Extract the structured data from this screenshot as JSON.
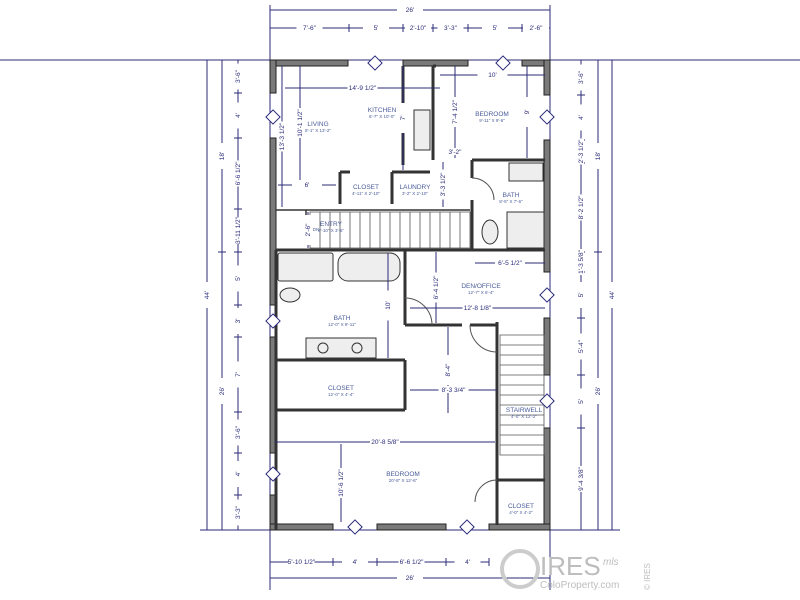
{
  "top_dims": {
    "overall": "26'",
    "segments": [
      "7'-6\"",
      "5'",
      "2'-10\"",
      "3'-3\"",
      "5'",
      "2'-6\""
    ]
  },
  "bottom_dims": {
    "overall": "26'",
    "segments": [
      "5'-10 1/2\"",
      "4'",
      "6'-6 1/2\"",
      "4'"
    ]
  },
  "left_dims": {
    "overall": "44'",
    "sub": [
      "18'",
      "26'"
    ],
    "segments": [
      "3'-6\"",
      "4'",
      "6'-6 1/2\"",
      "3'-11 1/2\"",
      "5'",
      "3'",
      "7'",
      "3'-6\"",
      "4'",
      "3'-3\""
    ]
  },
  "right_dims": {
    "overall": "44'",
    "sub": [
      "18'",
      "26'"
    ],
    "segments": [
      "3'-6\"",
      "4'",
      "2'-3 1/2\"",
      "8'-2 1/2\"",
      "1'-3 5/8\"",
      "5'",
      "5'-4\"",
      "5'",
      "9'-4 3/8\""
    ]
  },
  "rooms": [
    {
      "name": "LIVING",
      "size": "8'-1\" X 13'-2\""
    },
    {
      "name": "KITCHEN",
      "size": "6'-7\" X 10'-0\""
    },
    {
      "name": "BEDROOM",
      "size": "9'-11\" X 9'-6\""
    },
    {
      "name": "CLOSET",
      "size": "4'-11\" X 2'-10\""
    },
    {
      "name": "LAUNDRY",
      "size": "3'-2\" X 2'-10\""
    },
    {
      "name": "BATH",
      "size": "8'-5\" X 7'-6\""
    },
    {
      "name": "ENTRY",
      "size": "6'-10\" X 3'-5\""
    },
    {
      "name": "BATH",
      "size": "12'-0\" X 9'-11\""
    },
    {
      "name": "DEN/OFFICE",
      "size": "12'-7\" X 6'-4\""
    },
    {
      "name": "CLOSET",
      "size": "12'-0\" X 4'-4\""
    },
    {
      "name": "STAIRWELL",
      "size": "4'-0\" X 12'-2\""
    },
    {
      "name": "BEDROOM",
      "size": "20'-8\" X 12'-6\""
    },
    {
      "name": "CLOSET",
      "size": "4'-0\" X 4'-2\""
    }
  ],
  "interior_dims": [
    "14'-9 1/2\"",
    "10'",
    "10'-1 1/2\"",
    "13'-3 1/2\"",
    "7'",
    "7'-4 1/2\"",
    "9'",
    "3'-2\"",
    "6'",
    "3'-3 1/2\"",
    "2'-6\"",
    "6'-5 1/2\"",
    "6'-4 1/2\"",
    "12'-8 1/8\"",
    "10'",
    "8'-4\"",
    "8'-3 3/4\"",
    "20'-8 5/8\"",
    "10'-6 1/2\""
  ],
  "stair_label": "DN",
  "watermark": {
    "brand": "IRES",
    "sub": "mls",
    "site": "ColoProperty.com",
    "copyright": "© IRES"
  }
}
